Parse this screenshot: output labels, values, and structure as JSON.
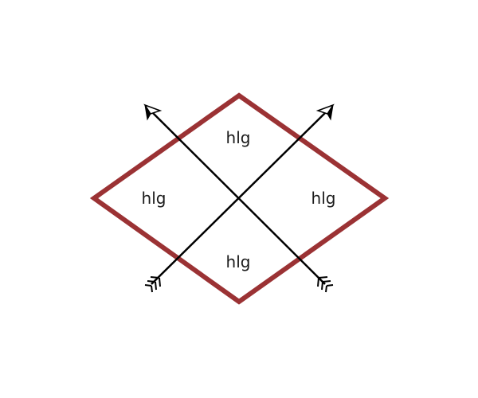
{
  "diagram": {
    "rhombus": {
      "stroke_color": "#9b3234"
    },
    "arrows": {
      "color": "#000000"
    },
    "regions": {
      "top": {
        "label": "hlg"
      },
      "left": {
        "label": "hlg"
      },
      "right": {
        "label": "hlg"
      },
      "bottom": {
        "label": "hlg"
      }
    }
  }
}
